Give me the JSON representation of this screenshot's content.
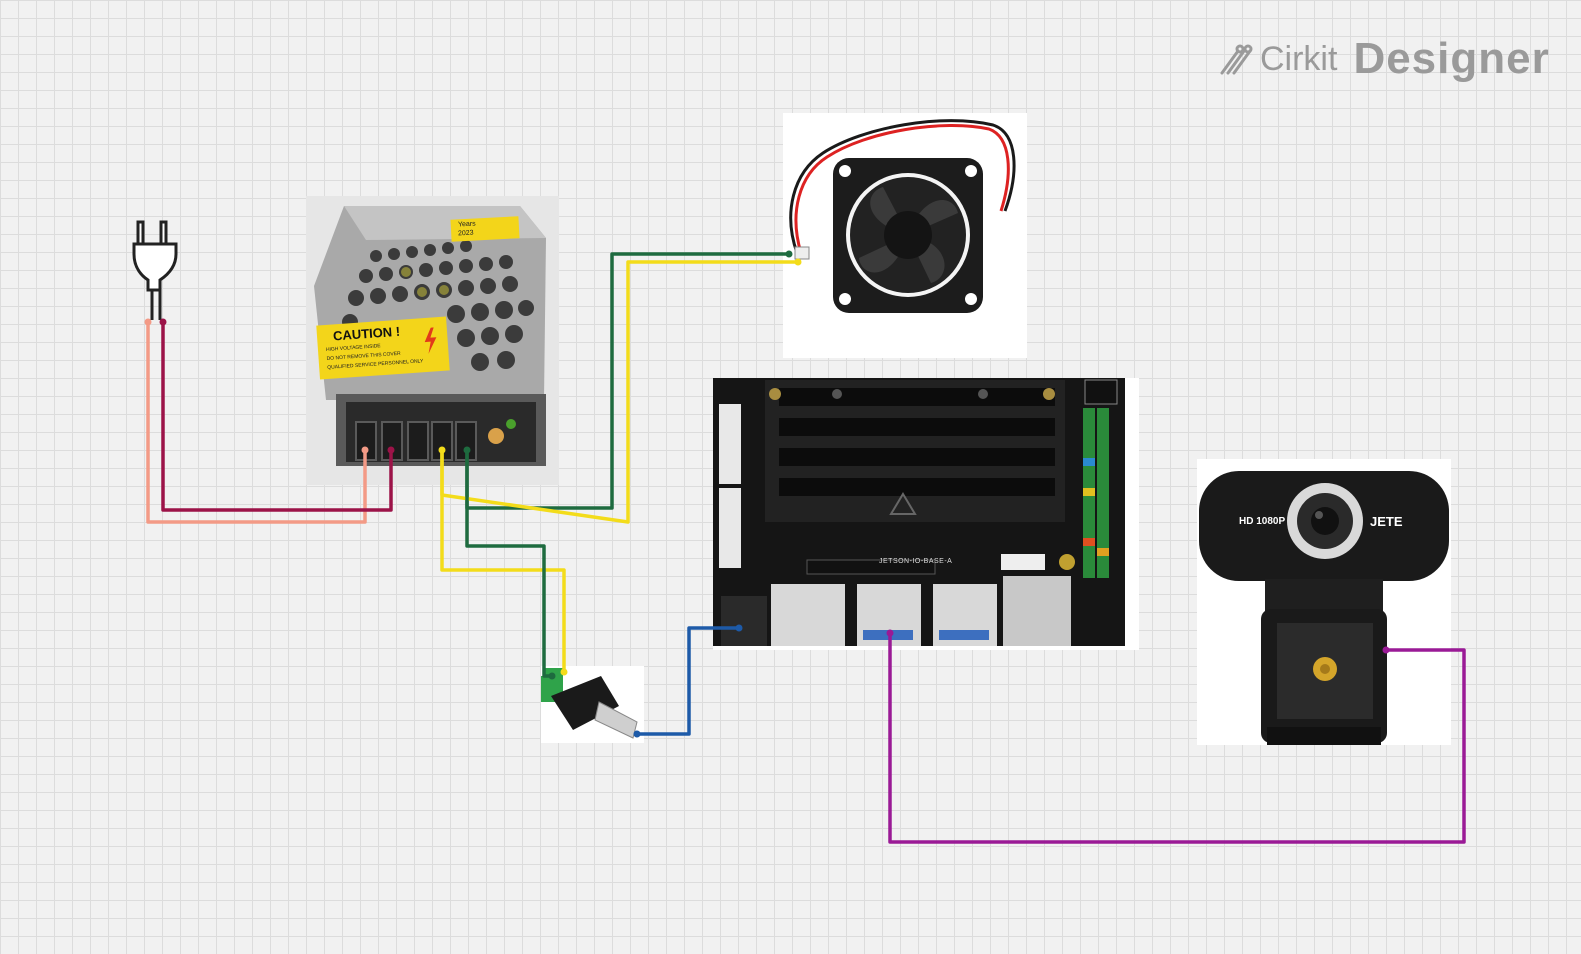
{
  "brand": {
    "cirkit": "Cirkit",
    "designer": "Designer"
  },
  "labels": {
    "caution_title": "CAUTION !",
    "caution_line1": "HIGH VOLTAGE INSIDE",
    "caution_line2": "DO NOT REMOVE THIS COVER",
    "caution_line3": "QUALIFIED SERVICE PERSONNEL ONLY",
    "psu_tag_year": "2023",
    "psu_tag_top": "Years",
    "board_name": "JETSON-IO-BASE-A",
    "cam_resolution": "HD 1080P",
    "cam_brand": "JETE"
  },
  "components": [
    {
      "id": "ac-plug",
      "icon": "plug-icon"
    },
    {
      "id": "power-supply",
      "icon": "psu-image"
    },
    {
      "id": "cooling-fan",
      "icon": "fan-image"
    },
    {
      "id": "jetson-board",
      "icon": "board-image"
    },
    {
      "id": "dc-jack",
      "icon": "dc-barrel-jack-image"
    },
    {
      "id": "webcam",
      "icon": "webcam-image"
    }
  ],
  "wire_colors": {
    "salmon": "#f39a86",
    "maroon": "#9c1348",
    "green": "#1e6b3f",
    "yellow": "#f3dc1a",
    "blue": "#1d5aa8",
    "purple": "#9a1a96"
  }
}
